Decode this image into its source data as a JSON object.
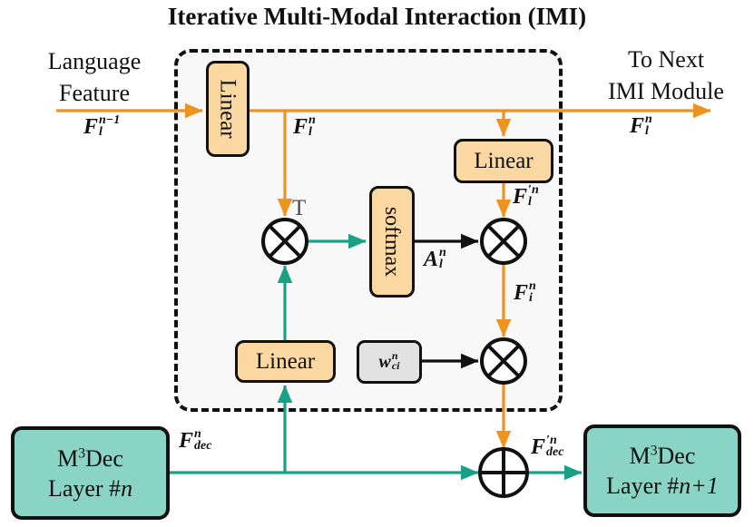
{
  "title": "Iterative Multi-Modal Interaction (IMI)",
  "left_label": {
    "line1": "Language",
    "line2": "Feature"
  },
  "right_label": {
    "line1": "To Next",
    "line2": "IMI Module"
  },
  "boxes": {
    "linear_language": "Linear",
    "linear_value": "Linear",
    "linear_decoder": "Linear",
    "softmax": "softmax",
    "weight": {
      "base": "w",
      "sup": "n",
      "sub": "ci"
    },
    "m3dec_n": {
      "m": "M",
      "sup": "3",
      "dec": "Dec",
      "layer_prefix": "Layer #",
      "layer_var": "n"
    },
    "m3dec_n1": {
      "m": "M",
      "sup": "3",
      "dec": "Dec",
      "layer_prefix": "Layer #",
      "layer_var": "n+1"
    }
  },
  "math_labels": {
    "f_l_prev": {
      "base": "F",
      "sup": "n−1",
      "sub": "l"
    },
    "f_l_mid": {
      "base": "F",
      "sup": "n",
      "sub": "l"
    },
    "f_l_out": {
      "base": "F",
      "sup": "n",
      "sub": "l"
    },
    "f_l_prime": {
      "base": "F",
      "sup": "′n",
      "sub": "l"
    },
    "a_l": {
      "base": "A",
      "sup": "n",
      "sub": "l"
    },
    "f_i": {
      "base": "F",
      "sup": "n",
      "sub": "i"
    },
    "f_dec": {
      "base": "F",
      "sup": "n",
      "sub": "dec"
    },
    "f_dec_prime": {
      "base": "F",
      "sup": "′n",
      "sub": "dec"
    },
    "transpose": "T"
  },
  "colors": {
    "orange_flow": "#f0921e",
    "teal_flow": "#19a185",
    "box_tan": "#fbd7a2",
    "box_gray": "#e2e2e2",
    "box_teal": "#8ad4c5",
    "stroke_black": "#111111",
    "panel_bg": "#f8f8f8",
    "transpose_gray": "#4d4d4d"
  }
}
